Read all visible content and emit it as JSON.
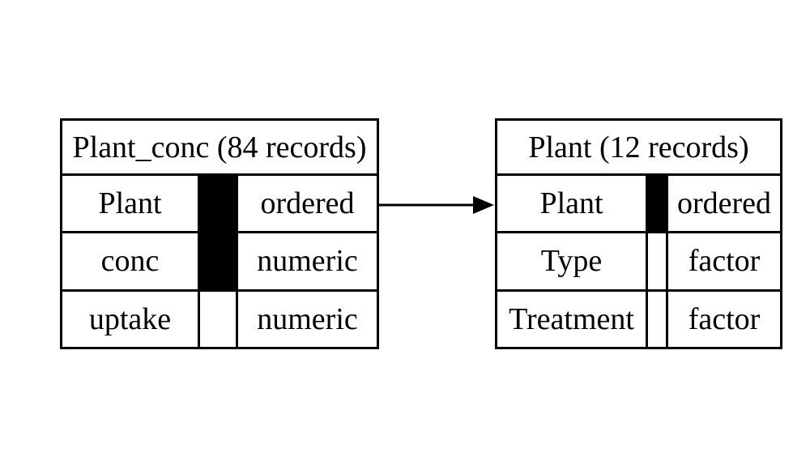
{
  "diagram": {
    "background_color": "#ffffff",
    "line_color": "#000000",
    "text_color": "#000000",
    "tables": [
      {
        "id": "plant_conc",
        "title": "Plant_conc (84 records)",
        "fields": [
          {
            "name": "Plant",
            "type": "ordered",
            "key": true
          },
          {
            "name": "conc",
            "type": "numeric",
            "key": true
          },
          {
            "name": "uptake",
            "type": "numeric",
            "key": false
          }
        ]
      },
      {
        "id": "plant",
        "title": "Plant (12 records)",
        "fields": [
          {
            "name": "Plant",
            "type": "ordered",
            "key": true
          },
          {
            "name": "Type",
            "type": "factor",
            "key": false
          },
          {
            "name": "Treatment",
            "type": "factor",
            "key": false
          }
        ]
      }
    ],
    "relations": [
      {
        "from_table": "plant_conc",
        "from_field": "Plant",
        "to_table": "plant",
        "to_field": "Plant",
        "arrow": "filled-triangle-right"
      }
    ]
  }
}
